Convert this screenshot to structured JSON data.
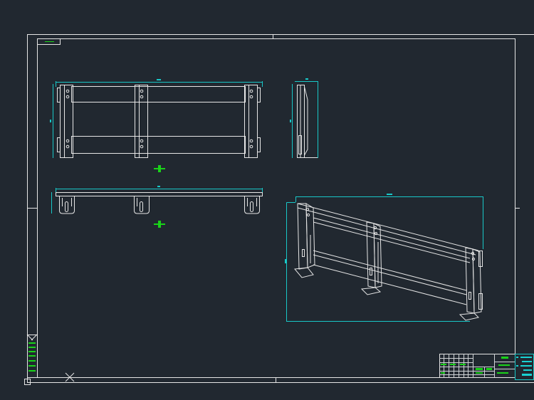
{
  "drawing": {
    "background": "#212830",
    "line_color": "#e6e6e6",
    "dimension_color": "#18c8c8",
    "layer_color": "#19d219"
  },
  "views": [
    "front-view",
    "side-view",
    "top-view",
    "isometric-view"
  ],
  "title_block": {
    "present": true
  }
}
